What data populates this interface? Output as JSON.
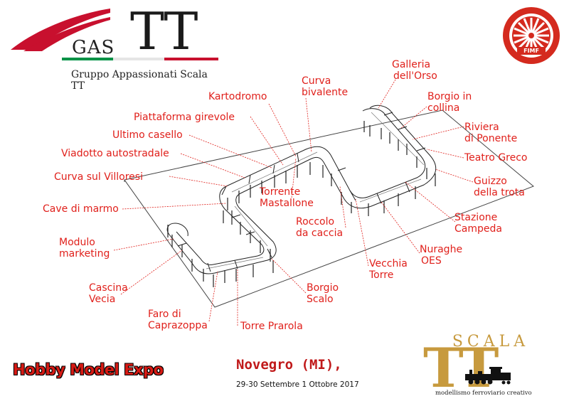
{
  "header": {
    "gas_text": "GAS",
    "tt_text": "TT",
    "subtitle": "Gruppo Appassionati Scala TT"
  },
  "fimf_logo": {
    "text": "FIMF"
  },
  "labels": [
    {
      "id": "galleria",
      "text": "Galleria dell'Orso",
      "lines": [
        "Galleria",
        "dell'Orso"
      ]
    },
    {
      "id": "curva-bivalente",
      "text": "Curva bivalente",
      "lines": [
        "Curva",
        "bivalente"
      ]
    },
    {
      "id": "kartodromo",
      "text": "Kartodromo",
      "lines": [
        "Kartodromo"
      ]
    },
    {
      "id": "borgio-collina",
      "text": "Borgio in collina",
      "lines": [
        "Borgio in",
        "collina"
      ]
    },
    {
      "id": "piattaforma",
      "text": "Piattaforma girevole",
      "lines": [
        "Piattaforma girevole"
      ]
    },
    {
      "id": "riviera",
      "text": "Riviera di Ponente",
      "lines": [
        "Riviera",
        "di Ponente"
      ]
    },
    {
      "id": "ultimo-casello",
      "text": "Ultimo casello",
      "lines": [
        "Ultimo casello"
      ]
    },
    {
      "id": "teatro",
      "text": "Teatro Greco",
      "lines": [
        "Teatro Greco"
      ]
    },
    {
      "id": "viadotto",
      "text": "Viadotto autostradale",
      "lines": [
        "Viadotto autostradale"
      ]
    },
    {
      "id": "curva-villoresi",
      "text": "Curva sul Villoresi",
      "lines": [
        "Curva sul Villoresi"
      ]
    },
    {
      "id": "guizzo",
      "text": "Guizzo della trota",
      "lines": [
        "Guizzo",
        "della trota"
      ]
    },
    {
      "id": "torrente",
      "text": "Torrente Mastallone",
      "lines": [
        "Torrente",
        "Mastallone"
      ]
    },
    {
      "id": "cave",
      "text": "Cave di marmo",
      "lines": [
        "Cave di marmo"
      ]
    },
    {
      "id": "stazione",
      "text": "Stazione Campeda",
      "lines": [
        "Stazione",
        "Campeda"
      ]
    },
    {
      "id": "roccolo",
      "text": "Roccolo da caccia",
      "lines": [
        "Roccolo",
        "da caccia"
      ]
    },
    {
      "id": "modulo",
      "text": "Modulo marketing",
      "lines": [
        "Modulo",
        "marketing"
      ]
    },
    {
      "id": "nuraghe",
      "text": "Nuraghe OES",
      "lines": [
        "Nuraghe",
        "OES"
      ]
    },
    {
      "id": "vecchia",
      "text": "Vecchia Torre",
      "lines": [
        "Vecchia",
        "Torre"
      ]
    },
    {
      "id": "cascina",
      "text": "Cascina Vecia",
      "lines": [
        "Cascina",
        "Vecia"
      ]
    },
    {
      "id": "borgio-scalo",
      "text": "Borgio Scalo",
      "lines": [
        "Borgio",
        "Scalo"
      ]
    },
    {
      "id": "faro",
      "text": "Faro di Caprazoppa",
      "lines": [
        "Faro di",
        "Caprazoppa"
      ]
    },
    {
      "id": "torre-prarola",
      "text": "Torre Prarola",
      "lines": [
        "Torre Prarola"
      ]
    }
  ],
  "footer": {
    "event_name": "Hobby Model Expo",
    "venue": "Novegro (MI),",
    "dates": "29-30 Settembre 1 Ottobre 2017"
  },
  "scala_logo": {
    "word": "SCALA",
    "tt": "TT",
    "tagline": "modellismo ferroviario creativo"
  },
  "colors": {
    "label_red": "#e0201b",
    "leader_red": "#e0201b",
    "gold": "#c79a3e",
    "gas_red": "#c8102e",
    "flag_green": "#009246"
  }
}
